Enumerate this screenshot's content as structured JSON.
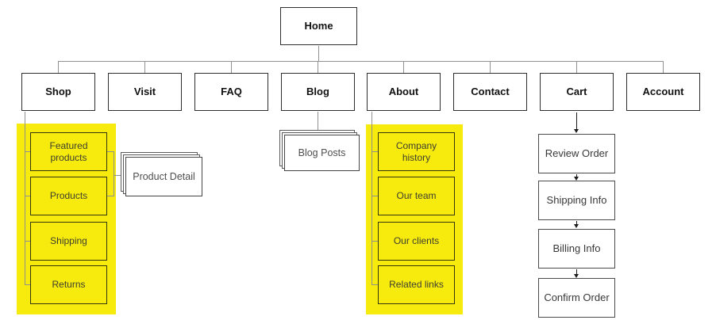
{
  "colors": {
    "highlight_yellow": "#f6eb0d",
    "connector_gray": "#919191",
    "arrow_black": "#1c1c1c",
    "node_border": "#2e2e2e",
    "node_bg": "#ffffff",
    "child_text": "#3e3e30"
  },
  "home": {
    "label": "Home"
  },
  "nav": [
    "Shop",
    "Visit",
    "FAQ",
    "Blog",
    "About",
    "Contact",
    "Cart",
    "Account"
  ],
  "shop": {
    "children": [
      "Featured products",
      "Products",
      "Shipping",
      "Returns"
    ],
    "detail_stack": "Product Detail"
  },
  "blog": {
    "stack": "Blog Posts"
  },
  "about": {
    "children": [
      "Company history",
      "Our team",
      "Our clients",
      "Related links"
    ]
  },
  "cart": {
    "flow": [
      "Review Order",
      "Shipping Info",
      "Billing Info",
      "Confirm Order"
    ]
  }
}
